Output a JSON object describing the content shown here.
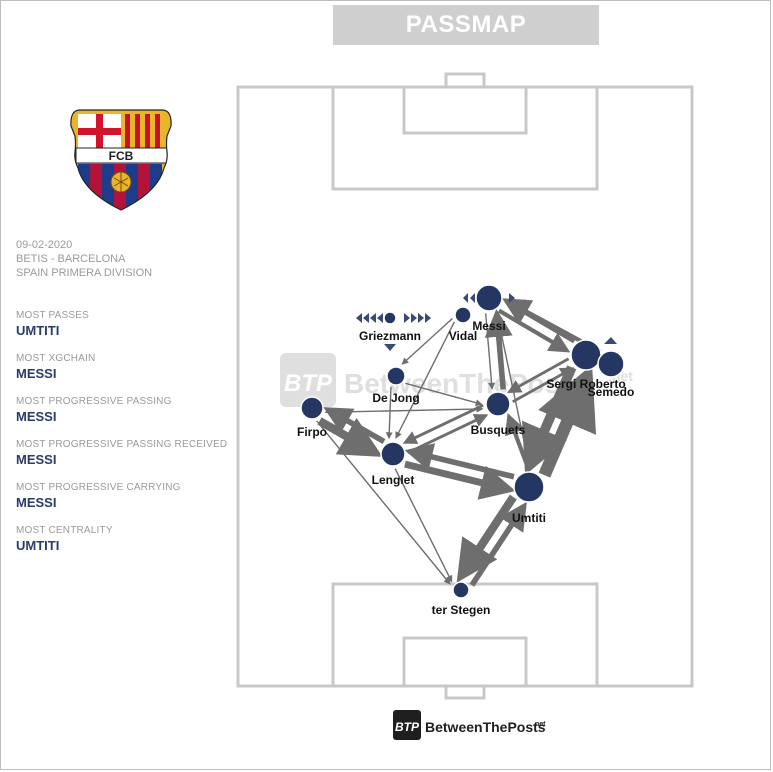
{
  "header": {
    "title": "PASSMAP"
  },
  "team": {
    "crest_initials": "FCB",
    "crest_icon": "fc-barcelona-crest"
  },
  "match": {
    "date": "09-02-2020",
    "fixture": "BETIS - BARCELONA",
    "competition": "SPAIN PRIMERA DIVISION"
  },
  "stats": [
    {
      "label": "MOST PASSES",
      "value": "UMTITI"
    },
    {
      "label": "MOST XGCHAIN",
      "value": "MESSI"
    },
    {
      "label": "MOST PROGRESSIVE PASSING",
      "value": "MESSI"
    },
    {
      "label": "MOST PROGRESSIVE PASSING RECEIVED",
      "value": "MESSI"
    },
    {
      "label": "MOST PROGRESSIVE CARRYING",
      "value": "MESSI"
    },
    {
      "label": "MOST CENTRALITY",
      "value": "UMTITI"
    }
  ],
  "colors": {
    "node": "#243763",
    "edge": "#6e6e6e",
    "pitch_line": "#c8c8c8",
    "accent": "#2b3b6b"
  },
  "players": [
    {
      "name": "Messi",
      "size": 13
    },
    {
      "name": "Vidal",
      "size": 8
    },
    {
      "name": "Griezmann",
      "size": 0
    },
    {
      "name": "Sergi Roberto",
      "size": 15
    },
    {
      "name": "Semedo",
      "size": 13
    },
    {
      "name": "De Jong",
      "size": 9
    },
    {
      "name": "Busquets",
      "size": 12
    },
    {
      "name": "Firpo",
      "size": 11
    },
    {
      "name": "Lenglet",
      "size": 12
    },
    {
      "name": "Umtiti",
      "size": 15
    },
    {
      "name": "ter Stegen",
      "size": 8
    }
  ],
  "passes": [
    {
      "from": "Umtiti",
      "to": "Sergi Roberto",
      "weight": 9
    },
    {
      "from": "Sergi Roberto",
      "to": "Umtiti",
      "weight": 7
    },
    {
      "from": "Umtiti",
      "to": "ter Stegen",
      "weight": 6
    },
    {
      "from": "ter Stegen",
      "to": "Umtiti",
      "weight": 4
    },
    {
      "from": "Firpo",
      "to": "Lenglet",
      "weight": 6
    },
    {
      "from": "Lenglet",
      "to": "Firpo",
      "weight": 4
    },
    {
      "from": "Lenglet",
      "to": "Umtiti",
      "weight": 5
    },
    {
      "from": "Umtiti",
      "to": "Lenglet",
      "weight": 4
    },
    {
      "from": "Sergi Roberto",
      "to": "Messi",
      "weight": 4
    },
    {
      "from": "Messi",
      "to": "Sergi Roberto",
      "weight": 3
    },
    {
      "from": "Busquets",
      "to": "Messi",
      "weight": 4
    },
    {
      "from": "Umtiti",
      "to": "Busquets",
      "weight": 3
    },
    {
      "from": "Busquets",
      "to": "Lenglet",
      "weight": 2
    },
    {
      "from": "Lenglet",
      "to": "Busquets",
      "weight": 2
    },
    {
      "from": "Busquets",
      "to": "Sergi Roberto",
      "weight": 2
    },
    {
      "from": "Sergi Roberto",
      "to": "Busquets",
      "weight": 2
    },
    {
      "from": "Semedo",
      "to": "Messi",
      "weight": 3
    },
    {
      "from": "Vidal",
      "to": "De Jong",
      "weight": 1
    },
    {
      "from": "De Jong",
      "to": "Busquets",
      "weight": 1
    },
    {
      "from": "Firpo",
      "to": "Busquets",
      "weight": 1
    },
    {
      "from": "Lenglet",
      "to": "ter Stegen",
      "weight": 1
    },
    {
      "from": "Firpo",
      "to": "ter Stegen",
      "weight": 1
    },
    {
      "from": "De Jong",
      "to": "Lenglet",
      "weight": 1
    },
    {
      "from": "Messi",
      "to": "Busquets",
      "weight": 1
    },
    {
      "from": "Vidal",
      "to": "Lenglet",
      "weight": 1
    },
    {
      "from": "Umtiti",
      "to": "Messi",
      "weight": 1
    }
  ],
  "footer": {
    "brand": "BetweenThePosts",
    "suffix": ".net",
    "badge": "BTP"
  },
  "watermark": {
    "text": "BetweenThePosts",
    "suffix": ".net",
    "badge": "BTP"
  }
}
